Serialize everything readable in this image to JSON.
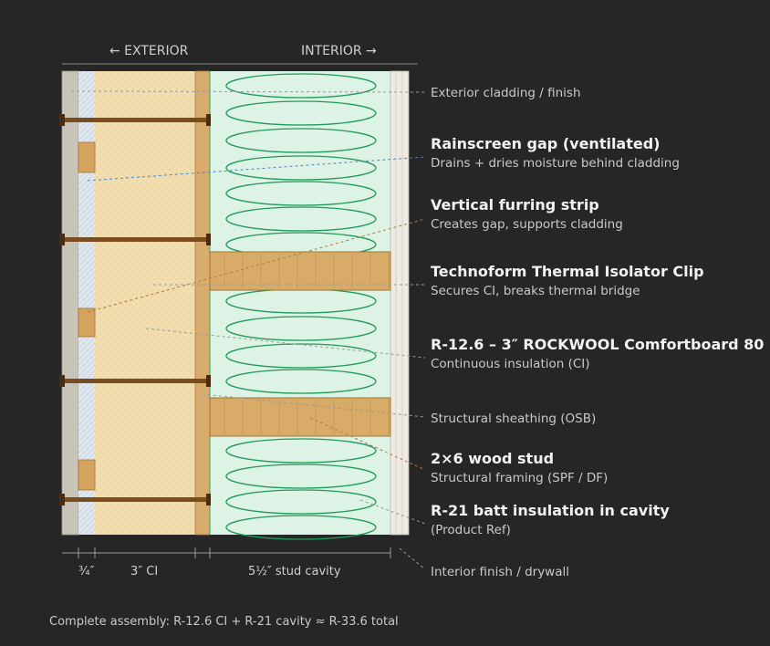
{
  "header": {
    "exterior": "← EXTERIOR",
    "interior": "INTERIOR →"
  },
  "labels": {
    "cladding": {
      "title": "Exterior cladding / finish"
    },
    "rainscreen": {
      "title": "Rainscreen gap (ventilated)",
      "sub": "Drains + dries moisture behind cladding"
    },
    "furring": {
      "title": "Vertical furring strip",
      "sub": "Creates gap, supports cladding"
    },
    "clip": {
      "title": "Technoform Thermal Isolator Clip",
      "sub": "Secures CI, breaks thermal bridge"
    },
    "ci": {
      "title": "R-12.6 – 3″ ROCKWOOL Comfortboard 80",
      "sub": "Continuous insulation (CI)"
    },
    "sheathing": {
      "title": "Structural sheathing (OSB)"
    },
    "stud": {
      "title": "2×6 wood stud",
      "sub": "Structural framing (SPF / DF)"
    },
    "batt": {
      "title": "R-21 batt insulation in cavity",
      "sub": "(Product Ref)"
    },
    "drywall": {
      "title": "Interior finish / drywall"
    }
  },
  "dimensions": {
    "gap": "¾″",
    "ci": "3″ CI",
    "cavity": "5½″ stud cavity"
  },
  "footer": "Complete assembly: R-12.6 CI + R-21 cavity ≈ R-33.6 total",
  "colors": {
    "background": "#262626",
    "cladding": "#c9c4b8",
    "gap": "#dfe6ee",
    "furring": "#d4a45e",
    "ci": "#f1ddad",
    "osb": "#d9ab6d",
    "stud": "#d8ac68",
    "batt_fill": "#ddf3e5",
    "batt_stroke": "#1f9a58",
    "drywall": "#eeebe4",
    "clip": "#7a4b1e",
    "leader_blue": "#4a86c8",
    "leader_brown": "#b07a3a",
    "leader_gray": "#9a9a9a"
  }
}
